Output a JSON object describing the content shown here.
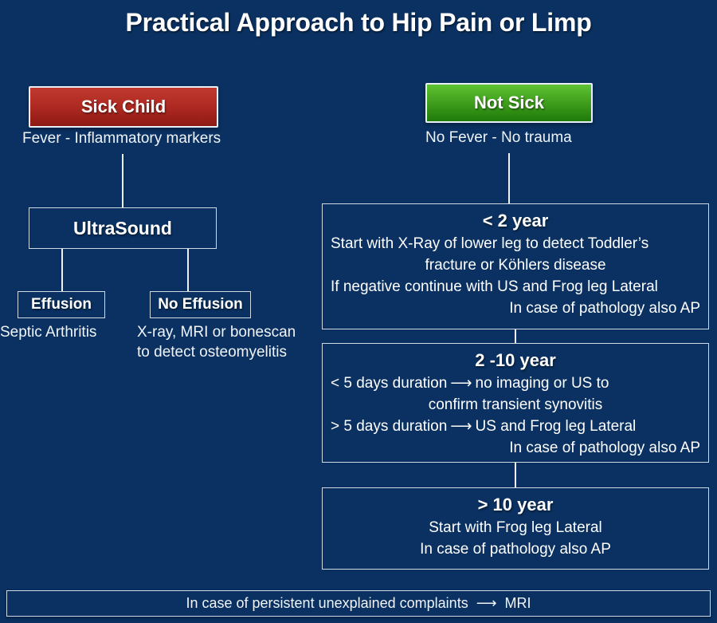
{
  "page": {
    "title": "Practical Approach to Hip Pain or Limp",
    "background_color": "#0a3161",
    "text_color": "#ffffff"
  },
  "branches": {
    "sick": {
      "label": "Sick Child",
      "color": "#b02b23",
      "caption": "Fever - Inflammatory markers",
      "ultrasound": {
        "label": "UltraSound"
      },
      "outcomes": [
        {
          "label": "Effusion",
          "caption": "Septic Arthritis"
        },
        {
          "label": "No Effusion",
          "caption": "X-ray, MRI or bonescan to detect osteomyelitis"
        }
      ]
    },
    "not_sick": {
      "label": "Not Sick",
      "color": "#3f9e1c",
      "caption": "No Fever - No trauma",
      "age_groups": [
        {
          "title": "< 2 year",
          "lines": [
            {
              "text": "Start with X-Ray of lower leg to detect Toddler’s",
              "align": "l"
            },
            {
              "text": "fracture or Köhlers disease",
              "align": "c"
            },
            {
              "text": "If negative continue with US and Frog leg Lateral",
              "align": "l"
            },
            {
              "text": "In case of pathology also AP",
              "align": "r"
            }
          ]
        },
        {
          "title": "2 -10 year",
          "lines": [
            {
              "text": "< 5 days duration",
              "arrow": "⟶",
              "text2": "no imaging or US to",
              "align": "l"
            },
            {
              "text": "confirm transient synovitis",
              "align": "c"
            },
            {
              "text": "> 5 days duration",
              "arrow": "⟶",
              "text2": "US and Frog leg Lateral",
              "align": "l"
            },
            {
              "text": "In case of pathology also AP",
              "align": "r"
            }
          ]
        },
        {
          "title": "> 10 year",
          "lines": [
            {
              "text": "Start with Frog leg Lateral",
              "align": "c"
            },
            {
              "text": "In case of pathology also AP",
              "align": "c"
            }
          ]
        }
      ]
    }
  },
  "footer": {
    "text": "In case of persistent unexplained complaints",
    "arrow": "⟶",
    "result": "MRI"
  }
}
